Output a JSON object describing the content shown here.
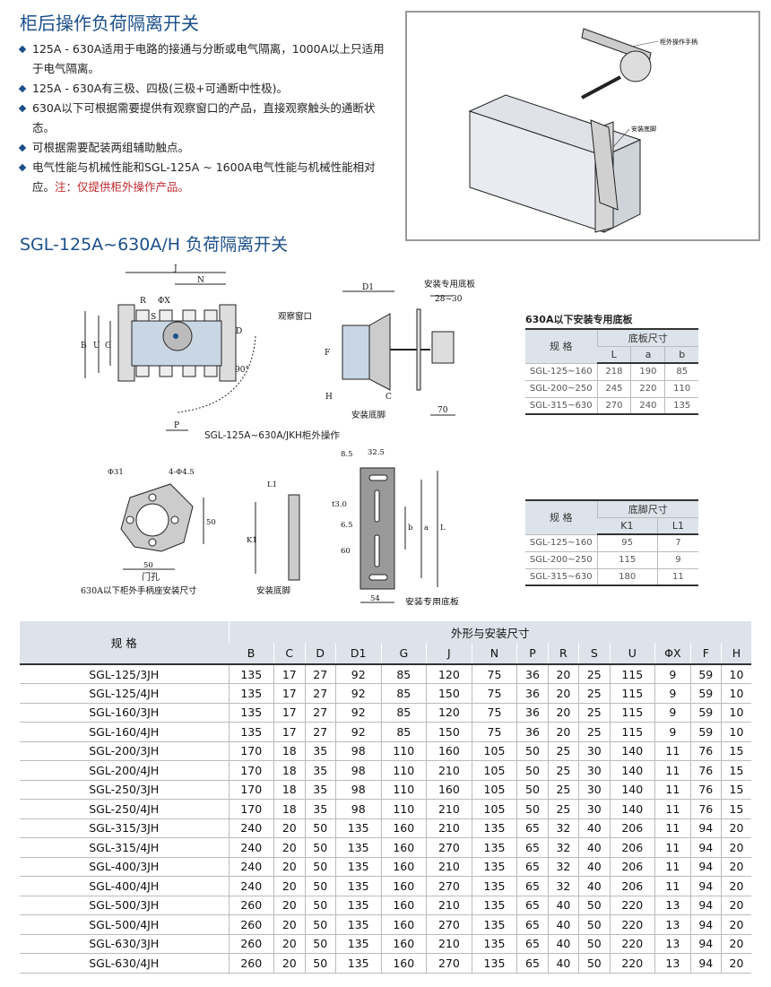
{
  "section1": {
    "title": "柜后操作负荷隔离开关",
    "bullets": [
      {
        "text": "125A - 630A适用于电路的接通与分断或电气隔离，1000A以上只适用于电气隔离。",
        "note": ""
      },
      {
        "text": "125A - 630A有三极、四极(三极+可通断中性极)。",
        "note": ""
      },
      {
        "text": "630A以下可根据需要提供有观察窗口的产品，直接观察触头的通断状态。",
        "note": ""
      },
      {
        "text": "可根据需要配装两组辅助触点。",
        "note": ""
      },
      {
        "text": "电气性能与机械性能和SGL-125A ~ 1600A电气性能与机械性能相对应。",
        "note": "注：仅提供柜外操作产品。"
      }
    ],
    "photo_labels": {
      "handle": "柜外操作手柄",
      "foot": "安装底脚"
    }
  },
  "section2": {
    "title": "SGL-125A~630A/H 负荷隔离开关"
  },
  "drawings": {
    "front_dims": {
      "J": "J",
      "N": "N",
      "R": "R",
      "phiX": "ΦX",
      "S": "S",
      "B": "B",
      "U": "U",
      "G": "G",
      "D": "D",
      "P": "P",
      "angle": "90°"
    },
    "side_dims": {
      "D1": "D1",
      "plate": "安装专用底板",
      "gap": "28~30",
      "window": "观察窗口",
      "F": "F",
      "H": "H",
      "C": "C",
      "foot": "安装底脚",
      "d70": "70"
    },
    "caption1": "SGL-125A~630A/JKH柜外操作",
    "door": {
      "phi31": "Φ31",
      "holes": "4-Φ4.5",
      "d50v": "50",
      "d50h": "50",
      "label": "门孔",
      "caption": "630A以下柜外手柄座安装尺寸"
    },
    "foot": {
      "L1": "L1",
      "K1": "K1",
      "caption": "安装底脚"
    },
    "plate": {
      "d8_5": "8.5",
      "d32_5": "32.5",
      "t3": "t3.0",
      "d6_5": "6.5",
      "d60": "60",
      "b": "b",
      "a": "a",
      "L": "L",
      "d54": "54",
      "caption": "安装专用底板"
    }
  },
  "plate_table": {
    "title": "630A以下安装专用底板",
    "spec": "规 格",
    "group": "底板尺寸",
    "cols": [
      "L",
      "a",
      "b"
    ],
    "rows": [
      [
        "SGL-125~160",
        "218",
        "190",
        "85"
      ],
      [
        "SGL-200~250",
        "245",
        "220",
        "110"
      ],
      [
        "SGL-315~630",
        "270",
        "240",
        "135"
      ]
    ]
  },
  "foot_table": {
    "spec": "规 格",
    "group": "底脚尺寸",
    "cols": [
      "K1",
      "L1"
    ],
    "rows": [
      [
        "SGL-125~160",
        "95",
        "7"
      ],
      [
        "SGL-200~250",
        "115",
        "9"
      ],
      [
        "SGL-315~630",
        "180",
        "11"
      ]
    ]
  },
  "main_table": {
    "spec": "规 格",
    "group": "外形与安装尺寸",
    "cols": [
      "B",
      "C",
      "D",
      "D1",
      "G",
      "J",
      "N",
      "P",
      "R",
      "S",
      "U",
      "ΦX",
      "F",
      "H"
    ],
    "rows": [
      [
        "SGL-125/3JH",
        "135",
        "17",
        "27",
        "92",
        "85",
        "120",
        "75",
        "36",
        "20",
        "25",
        "115",
        "9",
        "59",
        "10"
      ],
      [
        "SGL-125/4JH",
        "135",
        "17",
        "27",
        "92",
        "85",
        "150",
        "75",
        "36",
        "20",
        "25",
        "115",
        "9",
        "59",
        "10"
      ],
      [
        "SGL-160/3JH",
        "135",
        "17",
        "27",
        "92",
        "85",
        "120",
        "75",
        "36",
        "20",
        "25",
        "115",
        "9",
        "59",
        "10"
      ],
      [
        "SGL-160/4JH",
        "135",
        "17",
        "27",
        "92",
        "85",
        "150",
        "75",
        "36",
        "20",
        "25",
        "115",
        "9",
        "59",
        "10"
      ],
      [
        "SGL-200/3JH",
        "170",
        "18",
        "35",
        "98",
        "110",
        "160",
        "105",
        "50",
        "25",
        "30",
        "140",
        "11",
        "76",
        "15"
      ],
      [
        "SGL-200/4JH",
        "170",
        "18",
        "35",
        "98",
        "110",
        "210",
        "105",
        "50",
        "25",
        "30",
        "140",
        "11",
        "76",
        "15"
      ],
      [
        "SGL-250/3JH",
        "170",
        "18",
        "35",
        "98",
        "110",
        "160",
        "105",
        "50",
        "25",
        "30",
        "140",
        "11",
        "76",
        "15"
      ],
      [
        "SGL-250/4JH",
        "170",
        "18",
        "35",
        "98",
        "110",
        "210",
        "105",
        "50",
        "25",
        "30",
        "140",
        "11",
        "76",
        "15"
      ],
      [
        "SGL-315/3JH",
        "240",
        "20",
        "50",
        "135",
        "160",
        "210",
        "135",
        "65",
        "32",
        "40",
        "206",
        "11",
        "94",
        "20"
      ],
      [
        "SGL-315/4JH",
        "240",
        "20",
        "50",
        "135",
        "160",
        "270",
        "135",
        "65",
        "32",
        "40",
        "206",
        "11",
        "94",
        "20"
      ],
      [
        "SGL-400/3JH",
        "240",
        "20",
        "50",
        "135",
        "160",
        "210",
        "135",
        "65",
        "32",
        "40",
        "206",
        "11",
        "94",
        "20"
      ],
      [
        "SGL-400/4JH",
        "240",
        "20",
        "50",
        "135",
        "160",
        "270",
        "135",
        "65",
        "32",
        "40",
        "206",
        "11",
        "94",
        "20"
      ],
      [
        "SGL-500/3JH",
        "260",
        "20",
        "50",
        "135",
        "160",
        "210",
        "135",
        "65",
        "40",
        "50",
        "220",
        "13",
        "94",
        "20"
      ],
      [
        "SGL-500/4JH",
        "260",
        "20",
        "50",
        "135",
        "160",
        "270",
        "135",
        "65",
        "40",
        "50",
        "220",
        "13",
        "94",
        "20"
      ],
      [
        "SGL-630/3JH",
        "260",
        "20",
        "50",
        "135",
        "160",
        "210",
        "135",
        "65",
        "40",
        "50",
        "220",
        "13",
        "94",
        "20"
      ],
      [
        "SGL-630/4JH",
        "260",
        "20",
        "50",
        "135",
        "160",
        "270",
        "135",
        "65",
        "40",
        "50",
        "220",
        "13",
        "94",
        "20"
      ]
    ]
  }
}
